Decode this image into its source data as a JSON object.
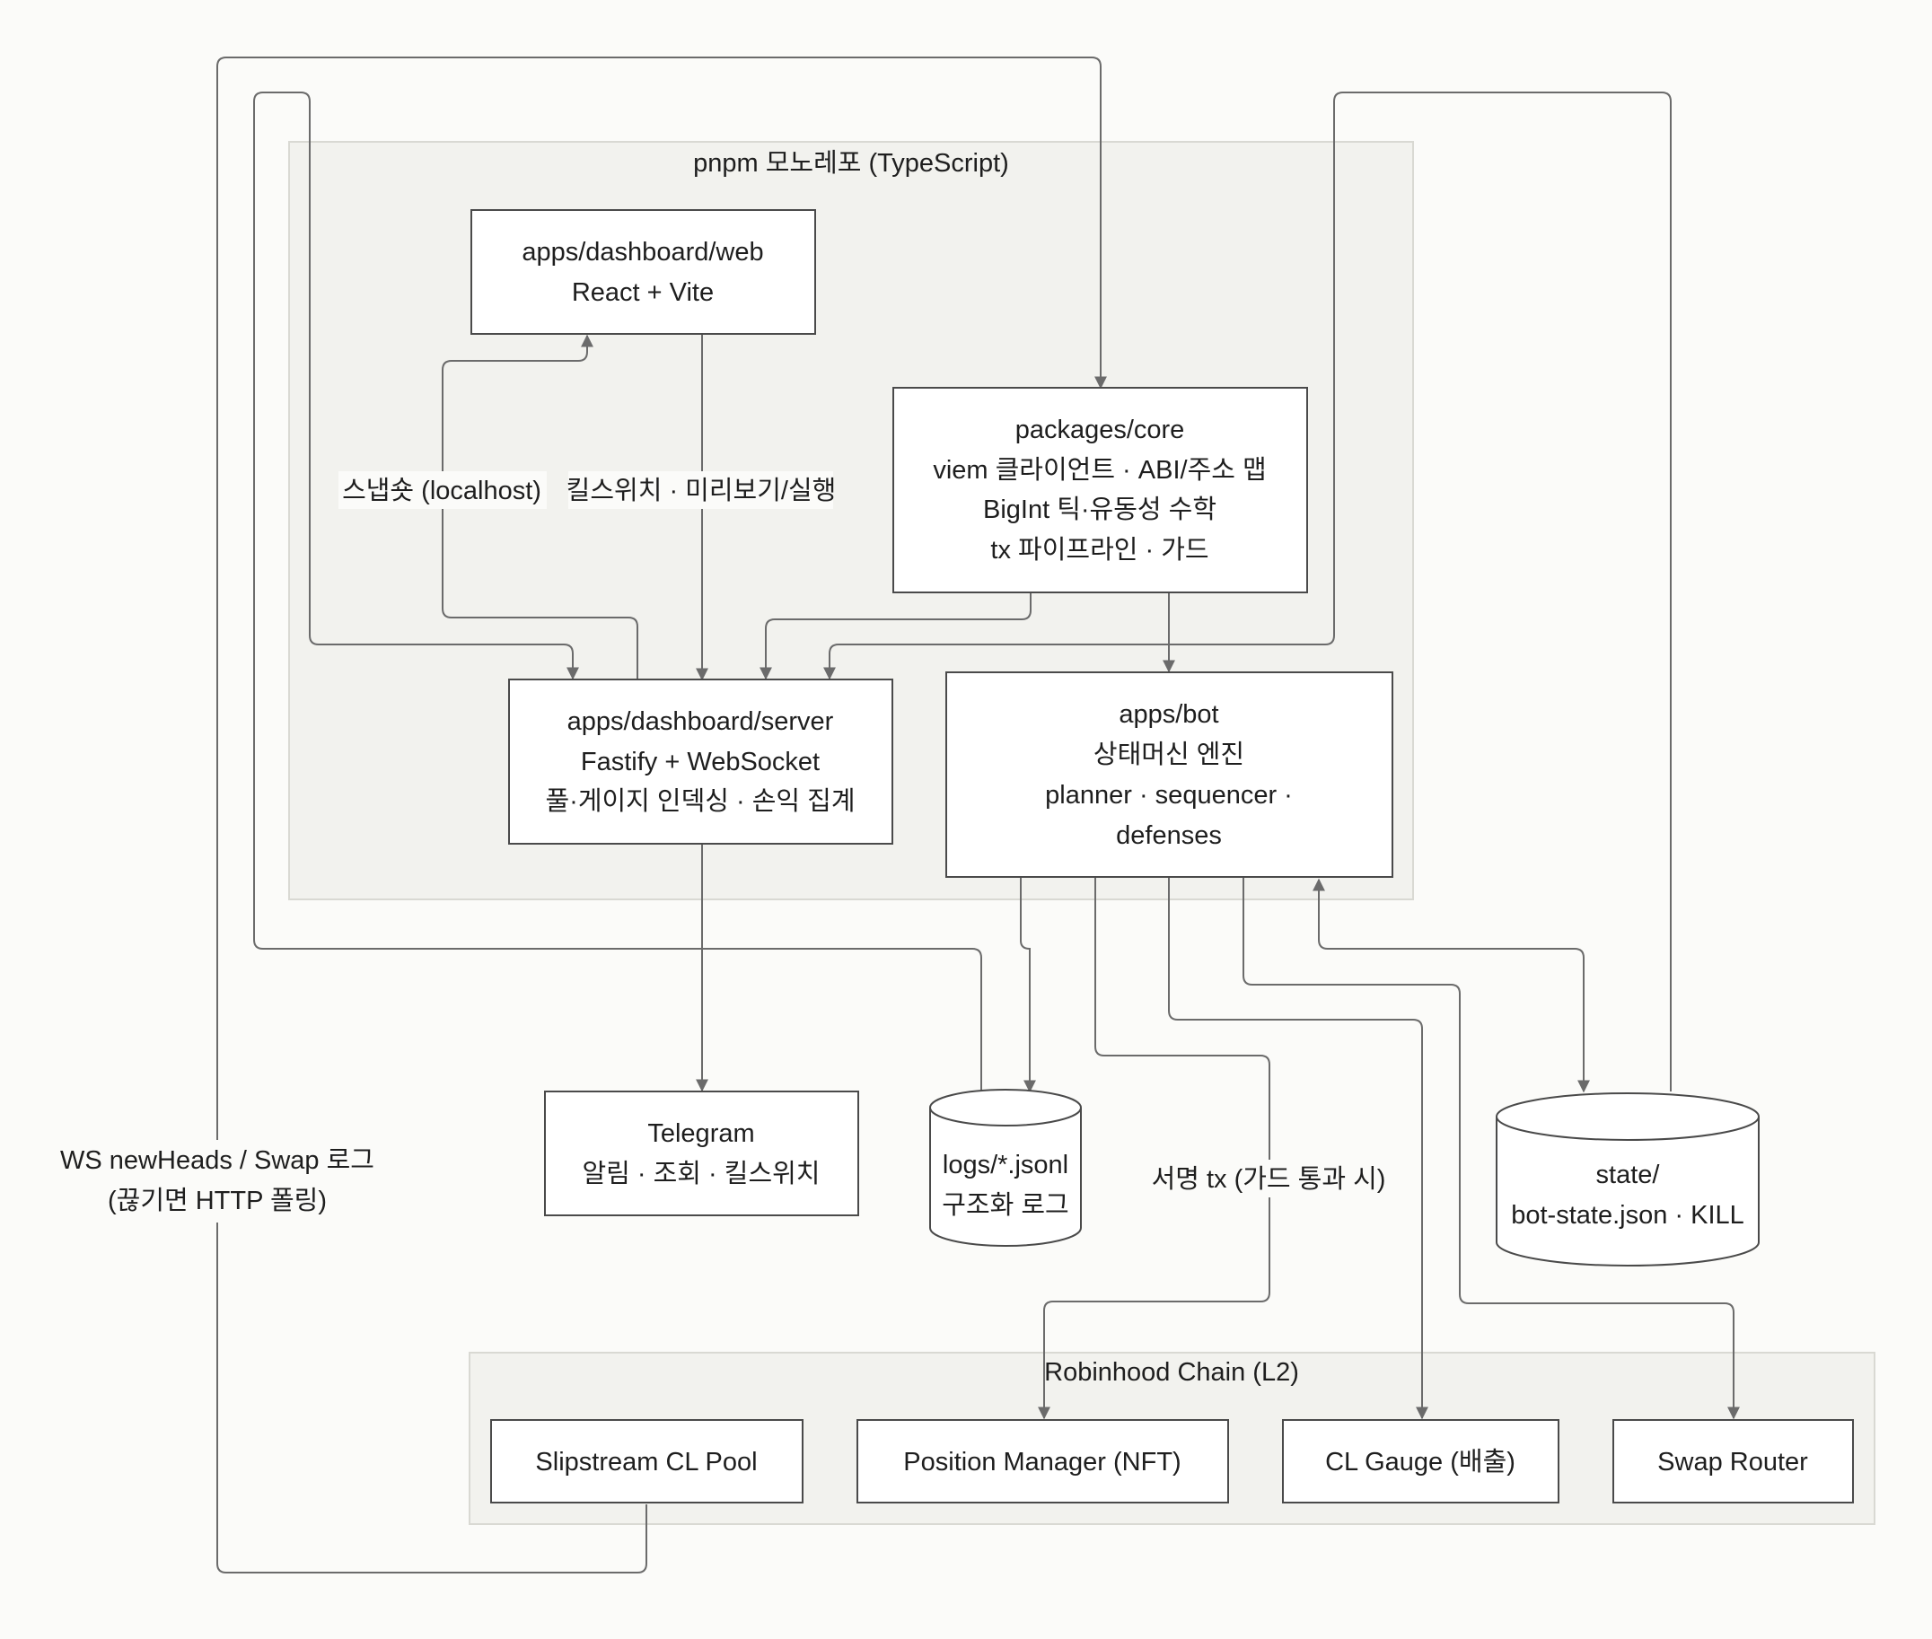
{
  "groups": {
    "monorepo": {
      "label": "pnpm 모노레포 (TypeScript)"
    },
    "chain": {
      "label": "Robinhood Chain (L2)"
    }
  },
  "nodes": {
    "web": {
      "lines": [
        "apps/dashboard/web",
        "React + Vite"
      ]
    },
    "core": {
      "lines": [
        "packages/core",
        "viem 클라이언트 · ABI/주소 맵",
        "BigInt 틱·유동성 수학",
        "tx 파이프라인 · 가드"
      ]
    },
    "server": {
      "lines": [
        "apps/dashboard/server",
        "Fastify + WebSocket",
        "풀·게이지 인덱싱 · 손익 집계"
      ]
    },
    "bot": {
      "lines": [
        "apps/bot",
        "상태머신 엔진",
        "planner · sequencer ·",
        "defenses"
      ]
    },
    "telegram": {
      "lines": [
        "Telegram",
        "알림 · 조회 · 킬스위치"
      ]
    },
    "logs": {
      "lines": [
        "logs/*.jsonl",
        "구조화 로그"
      ]
    },
    "state": {
      "lines": [
        "state/",
        "bot-state.json · KILL"
      ]
    },
    "pool": {
      "lines": [
        "Slipstream CL Pool"
      ]
    },
    "position": {
      "lines": [
        "Position Manager (NFT)"
      ]
    },
    "gauge": {
      "lines": [
        "CL Gauge (배출)"
      ]
    },
    "router": {
      "lines": [
        "Swap Router"
      ]
    }
  },
  "edge_labels": {
    "snapshot": "스냅숏 (localhost)",
    "killswitch": "킬스위치 · 미리보기/실행",
    "ws": [
      "WS newHeads / Swap 로그",
      "(끊기면 HTTP 폴링)"
    ],
    "signed": "서명 tx (가드 통과 시)"
  },
  "colors": {
    "background": "#fbfbf9",
    "group_fill": "#f2f2ee",
    "node_fill": "#ffffff",
    "node_stroke": "#4a4a4a",
    "edge": "#6b6b6b"
  }
}
